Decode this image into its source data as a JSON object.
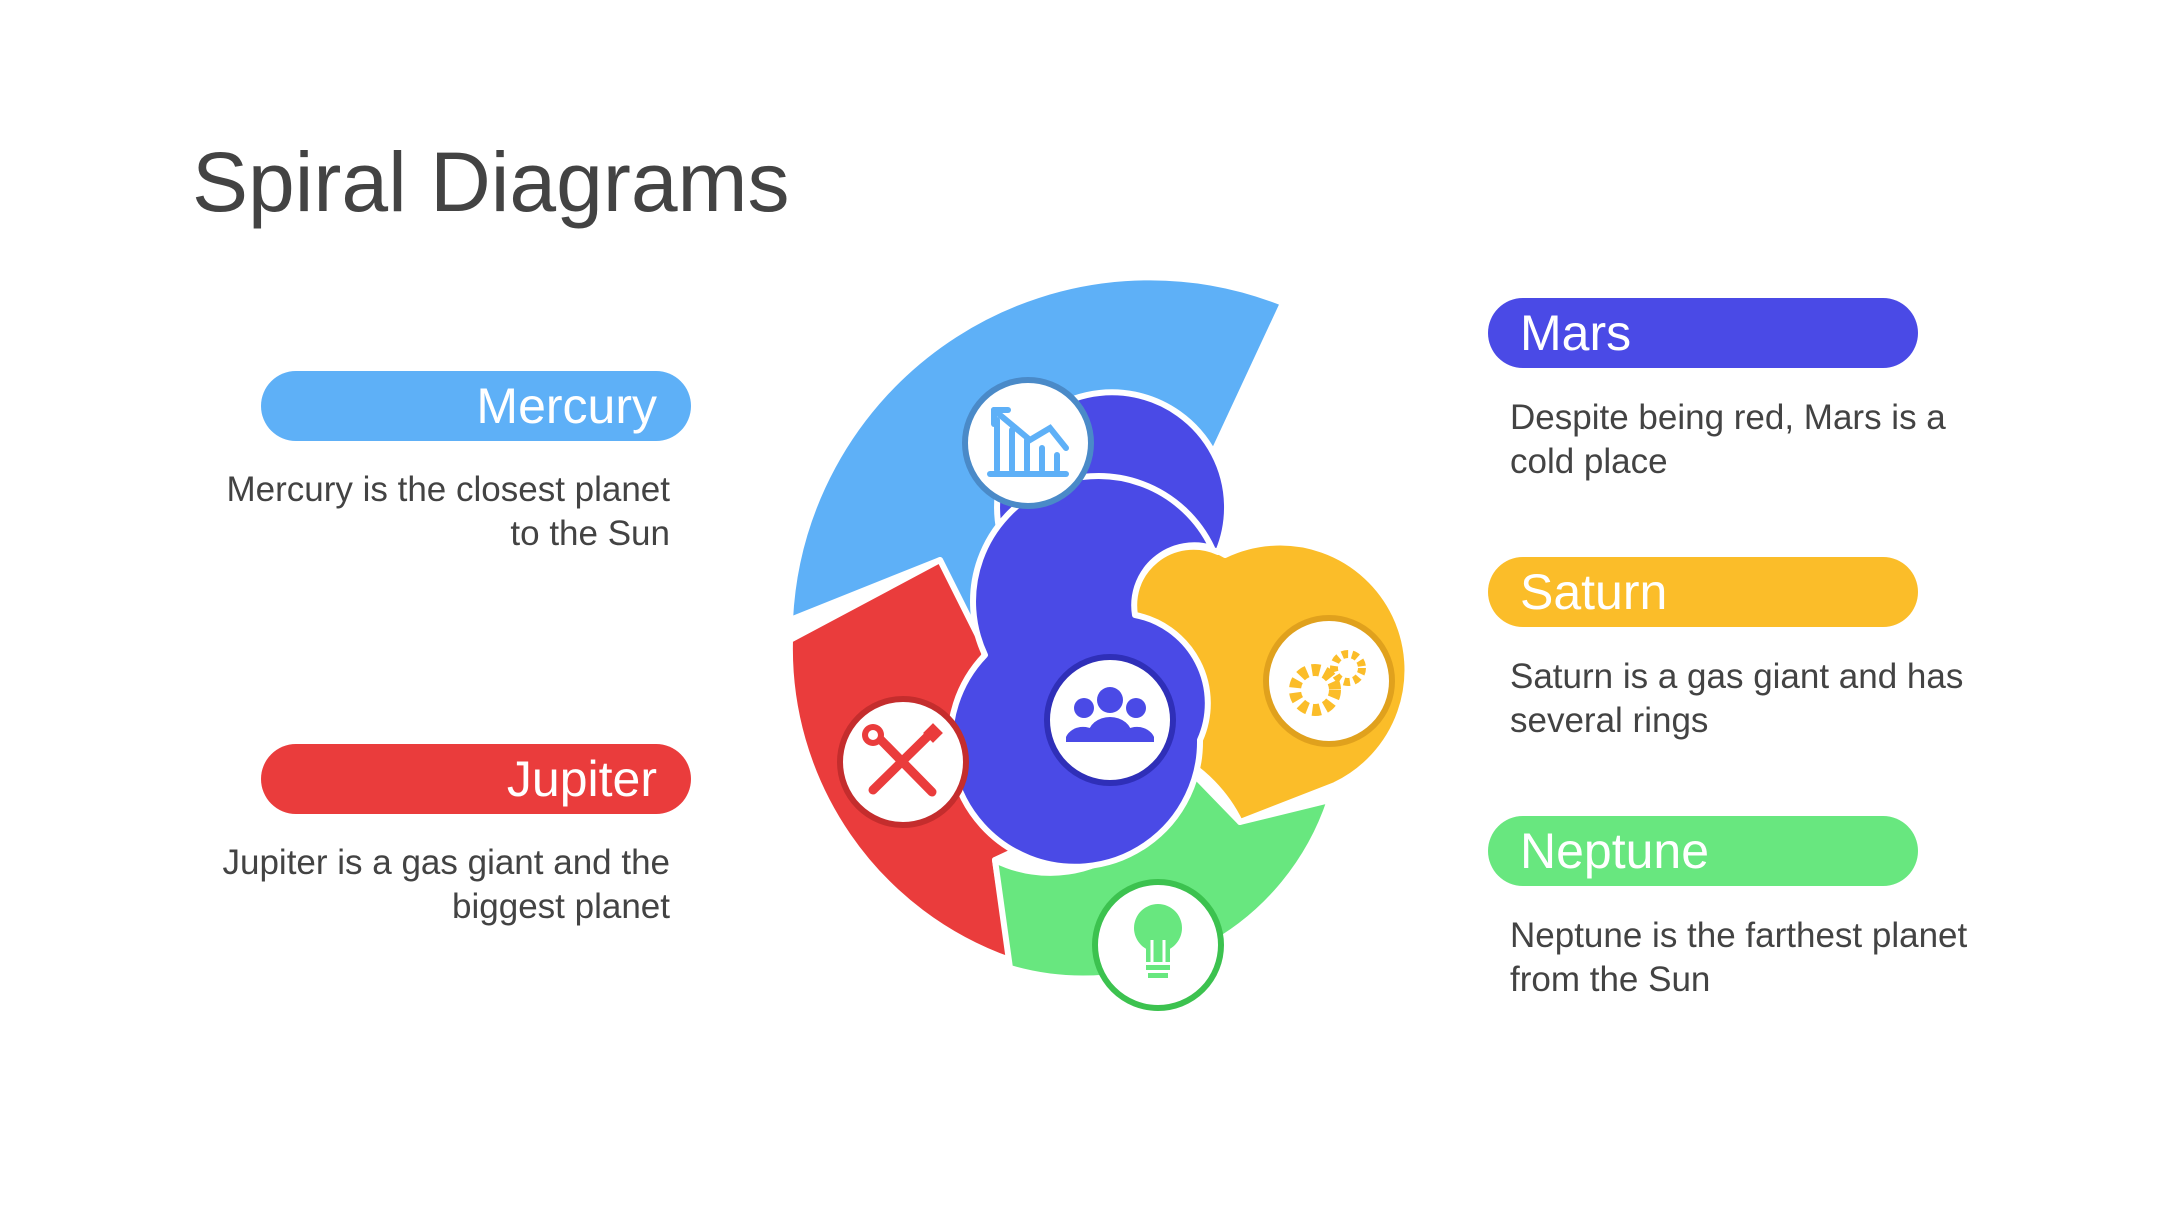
{
  "title": "Spiral Diagrams",
  "items": [
    {
      "name": "Mercury",
      "description": "Mercury is the closest planet to the Sun",
      "color": "#5eb0f7",
      "icon": "chart-down-icon"
    },
    {
      "name": "Jupiter",
      "description": "Jupiter is a gas giant and the biggest planet",
      "color": "#ea3c3c",
      "icon": "tools-icon"
    },
    {
      "name": "Mars",
      "description": "Despite being red, Mars is a cold place",
      "color": "#4a4ae6",
      "icon": "team-icon"
    },
    {
      "name": "Saturn",
      "description": "Saturn is a gas giant and has several rings",
      "color": "#fbbd29",
      "icon": "gears-icon"
    },
    {
      "name": "Neptune",
      "description": "Neptune is the farthest planet from the Sun",
      "color": "#68e77f",
      "icon": "lightbulb-icon"
    }
  ]
}
